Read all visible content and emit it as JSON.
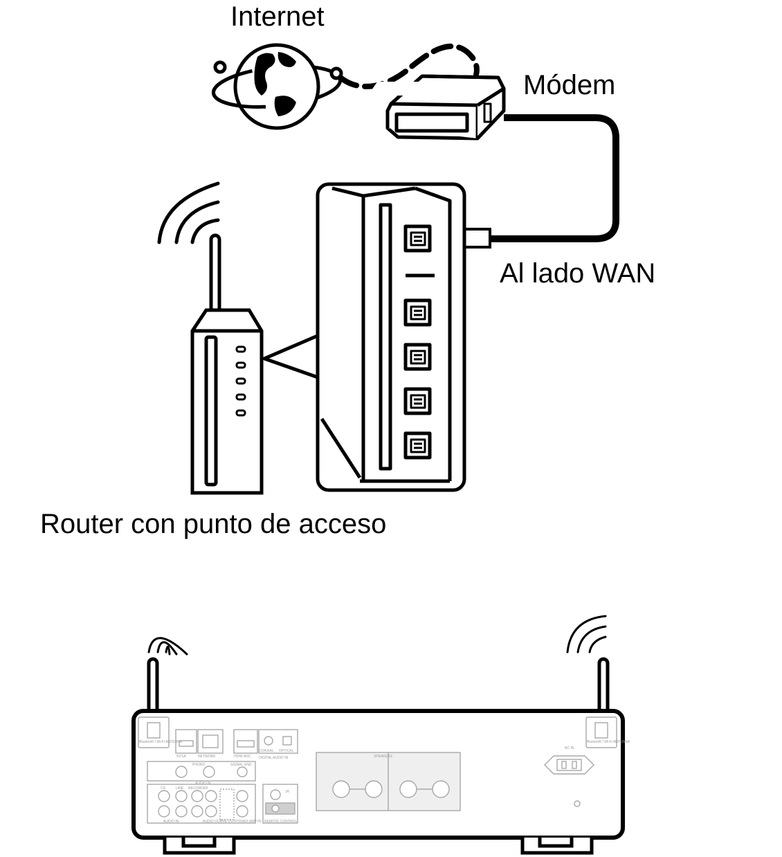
{
  "labels": {
    "internet": "Internet",
    "modem": "Módem",
    "wan_side": "Al lado WAN",
    "router": "Router con punto de acceso"
  },
  "router_detail": {
    "wan_port_count": 1,
    "lan_port_count": 4,
    "indicator_led_count": 5
  },
  "receiver_panel": {
    "labels": {
      "antenna_left": "Bluetooth / Wi-Fi ANTENNA",
      "antenna_right": "Bluetooth / Wi-Fi ANTENNA",
      "usb": "5V/1A",
      "network": "NETWORK",
      "hdmi": "HDMI ARC",
      "coaxial": "COAXIAL",
      "optical": "OPTICAL",
      "digital_in": "DIGITAL AUDIO IN",
      "phono": "PHONO",
      "signal_gnd": "SIGNAL GND",
      "audio_in_top": "AUDIO IN",
      "cd": "CD",
      "line": "LINE",
      "recorder": "RECORDER",
      "audio_in_bottom": "AUDIO IN",
      "audio_out": "AUDIO OUT",
      "pre_out": "PRE OUT",
      "power_amp_in": "POWER AMP IN",
      "ir": "IR",
      "remote_control": "REMOTE CONTROL",
      "speakers": "SPEAKERS",
      "ac_in": "AC IN"
    }
  },
  "colors": {
    "line": "#000000",
    "panel_print": "#9a9a9a",
    "background": "#ffffff"
  }
}
